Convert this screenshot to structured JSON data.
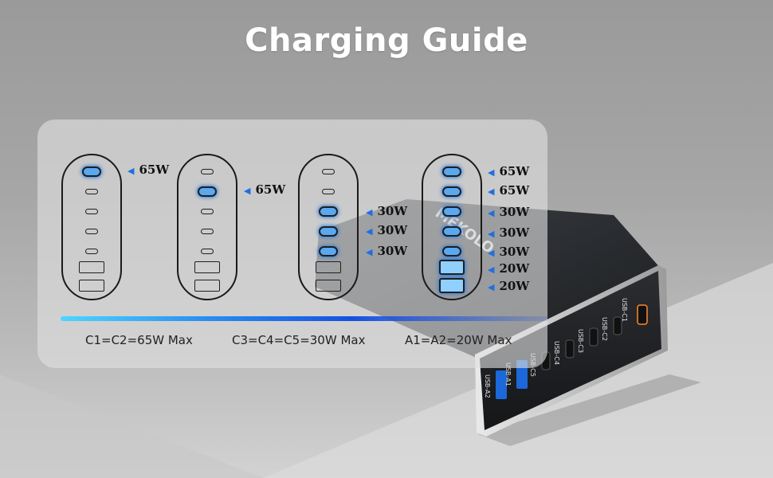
{
  "title": "Charging Guide",
  "accent_color": "#2f7fe0",
  "device": {
    "brand": "MEKOLO",
    "ports": [
      "USB-C1",
      "USB-C2",
      "USB-C3",
      "USB-C4",
      "USB-C5",
      "USB-A1",
      "USB-A2"
    ]
  },
  "diagrams": [
    {
      "ports": [
        {
          "type": "C",
          "active": true
        },
        {
          "type": "C",
          "active": false
        },
        {
          "type": "C",
          "active": false
        },
        {
          "type": "C",
          "active": false
        },
        {
          "type": "C",
          "active": false
        },
        {
          "type": "A",
          "active": false
        },
        {
          "type": "A",
          "active": false
        }
      ],
      "labels": [
        "65W"
      ]
    },
    {
      "ports": [
        {
          "type": "C",
          "active": false
        },
        {
          "type": "C",
          "active": true
        },
        {
          "type": "C",
          "active": false
        },
        {
          "type": "C",
          "active": false
        },
        {
          "type": "C",
          "active": false
        },
        {
          "type": "A",
          "active": false
        },
        {
          "type": "A",
          "active": false
        }
      ],
      "labels": [
        "65W"
      ]
    },
    {
      "ports": [
        {
          "type": "C",
          "active": false
        },
        {
          "type": "C",
          "active": false
        },
        {
          "type": "C",
          "active": true
        },
        {
          "type": "C",
          "active": true
        },
        {
          "type": "C",
          "active": true
        },
        {
          "type": "A",
          "active": false
        },
        {
          "type": "A",
          "active": false
        }
      ],
      "labels": [
        "30W",
        "30W",
        "30W"
      ]
    },
    {
      "ports": [
        {
          "type": "C",
          "active": true
        },
        {
          "type": "C",
          "active": true
        },
        {
          "type": "C",
          "active": true
        },
        {
          "type": "C",
          "active": true
        },
        {
          "type": "C",
          "active": true
        },
        {
          "type": "A",
          "active": true
        },
        {
          "type": "A",
          "active": true
        }
      ],
      "labels": [
        "65W",
        "65W",
        "30W",
        "30W",
        "30W",
        "20W",
        "20W"
      ]
    }
  ],
  "captions": [
    "C1=C2=65W Max",
    "C3=C4=C5=30W Max",
    "A1=A2=20W Max"
  ]
}
